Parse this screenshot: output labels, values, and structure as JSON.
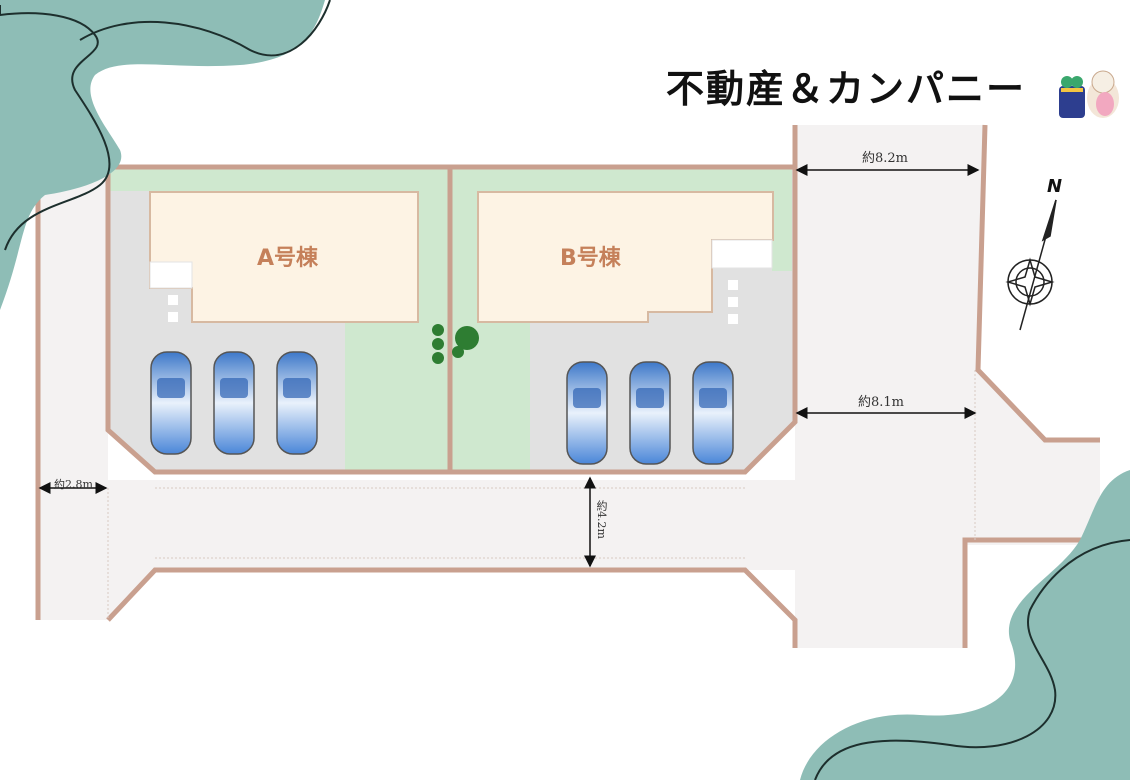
{
  "brand": {
    "company_name": "不動産＆カンパニー"
  },
  "lots": [
    {
      "label": "A号棟"
    },
    {
      "label": "B号棟"
    }
  ],
  "dimensions": {
    "road_east_top": "約8.2m",
    "road_east_mid": "約8.1m",
    "road_west": "約2.8m",
    "road_south": "約4.2m"
  },
  "compass": {
    "north_label": "N"
  },
  "colors": {
    "teal_decoration": "#8ebdb6",
    "site_outline": "#c9a08f",
    "garden_green": "#cfe8cf",
    "building_fill": "#fdf3e4",
    "parking_gray": "#e1e1e1",
    "road_fill": "#f4f2f2",
    "building_label": "#c5805a"
  }
}
